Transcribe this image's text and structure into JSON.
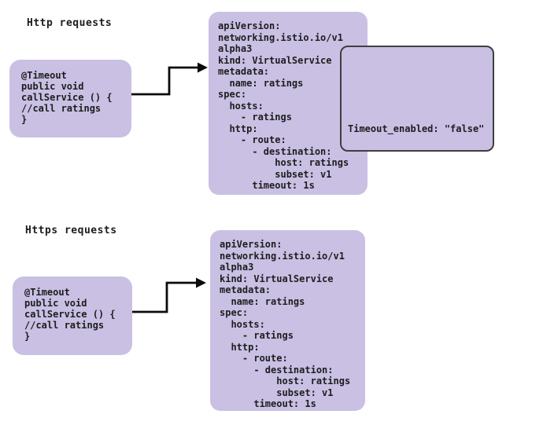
{
  "colors": {
    "background": "#ffffff",
    "panel": "#c9c0e4",
    "callout_border": "#3f3f3f",
    "text": "#1d1d1d",
    "arrow": "#0b0b0b"
  },
  "sections": {
    "http": {
      "title": "Http requests",
      "client_code": "@Timeout\npublic void\ncallService () {\n//call ratings\n}",
      "yaml": "apiVersion:\nnetworking.istio.io/v1\nalpha3\nkind: VirtualService\nmetadata:\n  name: ratings\nspec:\n  hosts:\n    - ratings\n  http:\n    - route:\n      - destination:\n          host: ratings\n          subset: v1\n      timeout: 1s",
      "callout": "Timeout_enabled: \"false\""
    },
    "https": {
      "title": "Https requests",
      "client_code": "@Timeout\npublic void\ncallService () {\n//call ratings\n}",
      "yaml": "apiVersion:\nnetworking.istio.io/v1\nalpha3\nkind: VirtualService\nmetadata:\n  name: ratings\nspec:\n  hosts:\n    - ratings\n  http:\n    - route:\n      - destination:\n          host: ratings\n          subset: v1\n      timeout: 1s"
    }
  }
}
